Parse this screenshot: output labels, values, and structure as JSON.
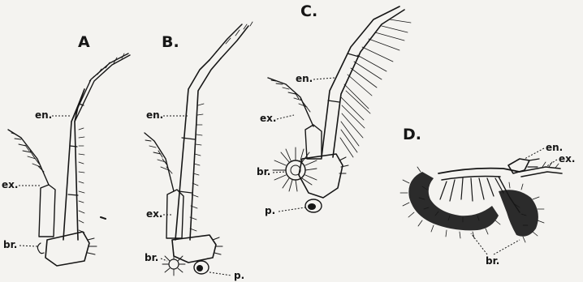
{
  "panels": {
    "a": "A",
    "b": "B.",
    "c": "C.",
    "d": "D."
  },
  "labels": {
    "a_en": "en.",
    "a_ex": "ex.",
    "a_br": "br.",
    "b_en": "en.",
    "b_ex": "ex.",
    "b_br": "br.",
    "b_p": "p.",
    "c_en": "en.",
    "c_ex": "ex.",
    "c_br": "br.",
    "c_p": "p.",
    "d_en": "en.",
    "d_ex": "ex.",
    "d_br": "br."
  },
  "colors": {
    "ink": "#161616",
    "paper": "#f4f3f0"
  }
}
